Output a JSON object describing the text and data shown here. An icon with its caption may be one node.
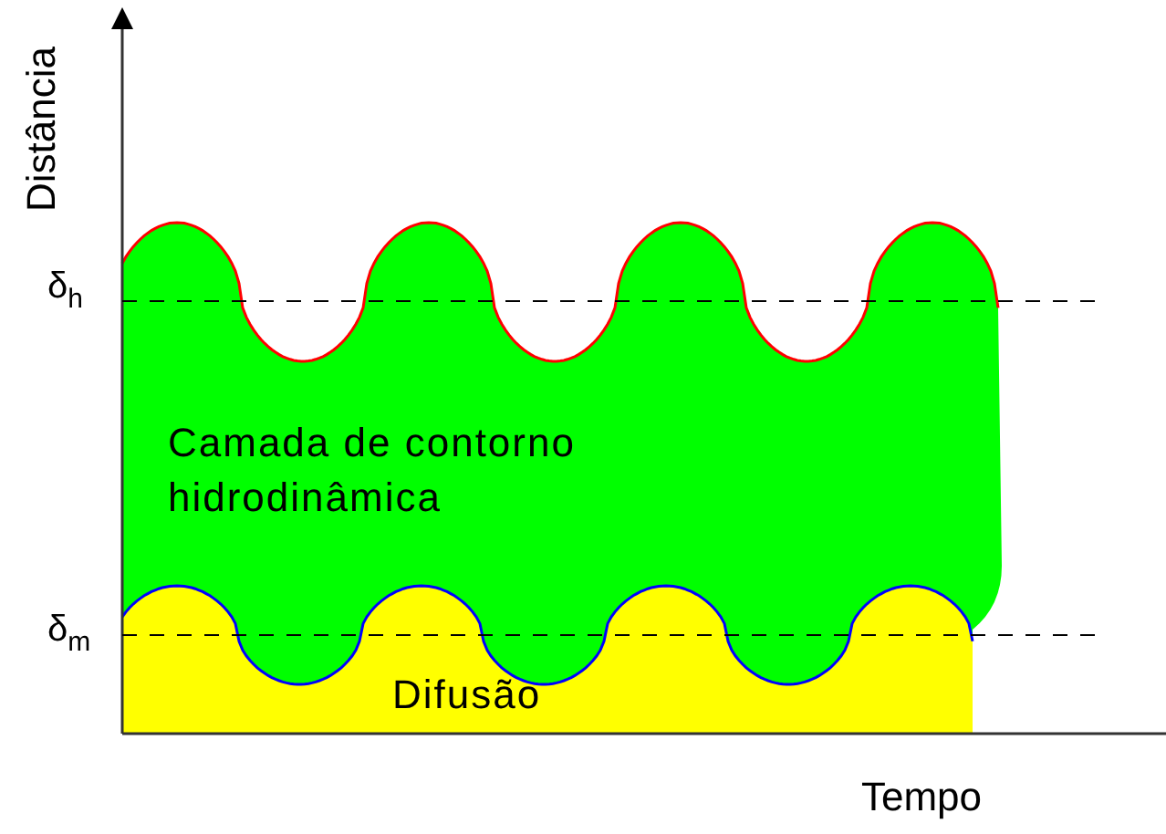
{
  "diagram": {
    "nodes": [
      {
        "text": [
          "Camada de contorno hidrodinâmica"
        ]
      },
      {
        "text": [
          "Difusão"
        ]
      }
    ],
    "labels": [
      "Distância",
      "δ$_{h}$",
      "δ$_{m}$",
      "Tempo"
    ]
  }
}
